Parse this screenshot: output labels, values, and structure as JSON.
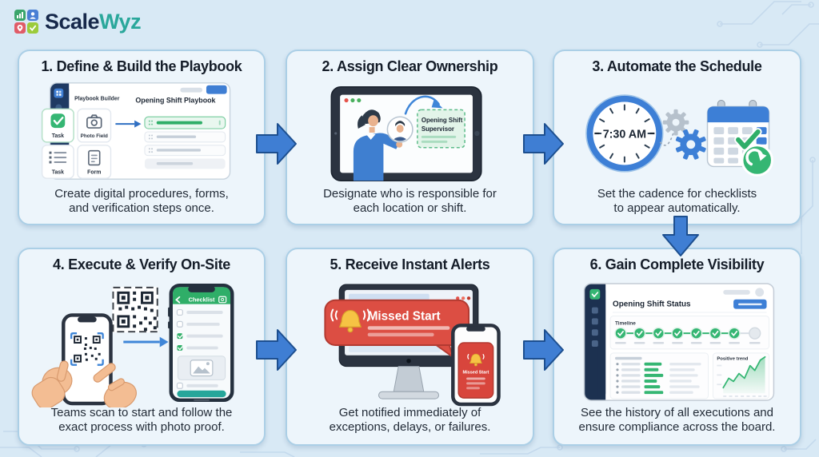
{
  "logo": {
    "brand_primary": "Scale",
    "brand_accent": "Wyz"
  },
  "steps": [
    {
      "title": "1. Define & Build the Playbook",
      "caption": [
        "Create digital procedures, forms,",
        "and verification steps once."
      ],
      "art": {
        "sidebar_label": "Playbook Builder",
        "doc_title": "Opening Shift Playbook",
        "tile_task1": "Task",
        "tile_photo": "Photo Field",
        "tile_task2": "Task",
        "tile_form": "Form"
      }
    },
    {
      "title": "2. Assign Clear Ownership",
      "caption": [
        "Designate who is responsible for",
        "each location or shift."
      ],
      "art": {
        "badge": [
          "Opening Shift",
          "Supervisor"
        ]
      }
    },
    {
      "title": "3. Automate the Schedule",
      "caption": [
        "Set the cadence for checklists",
        "to appear automatically."
      ],
      "art": {
        "time": "7:30 AM"
      }
    },
    {
      "title": "4. Execute & Verify On-Site",
      "caption": [
        "Teams scan to start and follow the",
        "exact process with photo proof."
      ],
      "art": {
        "app_title": "Checklist"
      }
    },
    {
      "title": "5. Receive Instant Alerts",
      "caption": [
        "Get notified immediately of",
        "exceptions, delays, or failures."
      ],
      "art": {
        "alert": "Missed Start",
        "phone_alert": "Missed Start"
      }
    },
    {
      "title": "6. Gain Complete Visibility",
      "caption": [
        "See the history of all executions and",
        "ensure compliance across the board."
      ],
      "art": {
        "dash_title": "Opening Shift Status",
        "timeline": "Timeline",
        "trend": "Positive trend"
      }
    }
  ],
  "colors": {
    "page_bg": "#d8e9f5",
    "card_border": "#abcfe6",
    "accent_blue": "#3f7ed3",
    "navy": "#1f3a63",
    "green": "#2fae68",
    "teal": "#2aa79b",
    "alert_red": "#dc4e43",
    "bell_yellow": "#f6c344"
  }
}
